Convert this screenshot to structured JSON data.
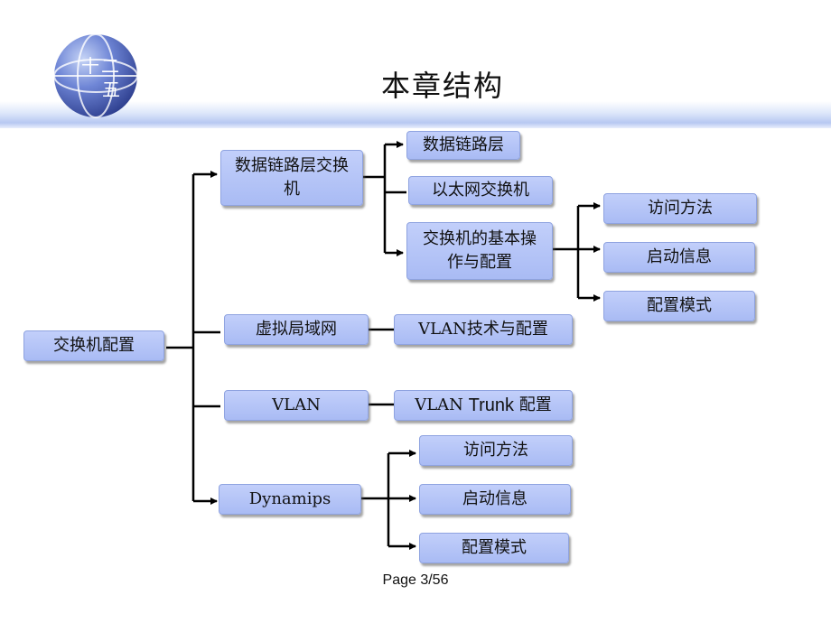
{
  "logo": {
    "chars": [
      "十",
      "二",
      "五"
    ]
  },
  "title": "本章结构",
  "nodes": {
    "root": "交换机配置",
    "datalink": "数据链路层交换机",
    "datalink_layer": "数据链路层",
    "ethernet_switch": "以太网交换机",
    "switch_basic": "交换机的基本操作与配置",
    "access1": "访问方法",
    "boot1": "启动信息",
    "config1": "配置模式",
    "vlan_lan": "虚拟局域网",
    "vlan_tech": "VLAN技术与配置",
    "vlan": "VLAN",
    "vlan_trunk_prefix": "VLAN ",
    "vlan_trunk_word": "Trunk",
    "vlan_trunk_suffix": " 配置",
    "dynamips": "Dynamips",
    "access2": "访问方法",
    "boot2": "启动信息",
    "config2": "配置模式"
  },
  "footer": "Page 3/56"
}
